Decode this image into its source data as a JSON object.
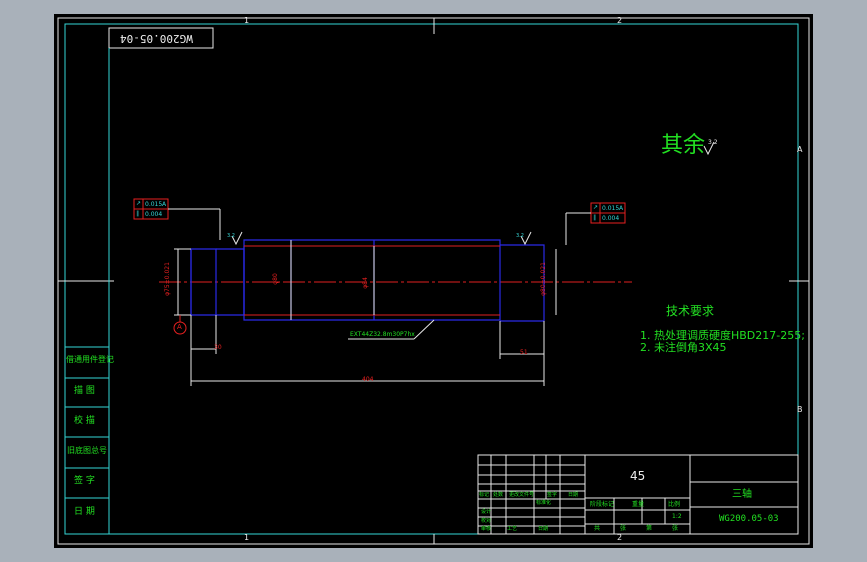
{
  "drawing_number_top": "WG200.05-04",
  "zone_numbers": {
    "top_1": "1",
    "top_2": "2",
    "bottom_1": "1",
    "bottom_2": "2"
  },
  "zone_letters": {
    "a": "A",
    "b": "B"
  },
  "surface_finish_note": "其余",
  "surface_finish_symbol_value": "3.2",
  "tech_requirements": {
    "title": "技术要求",
    "items": [
      "1. 热处理调质硬度HBD217-255;",
      "2. 未注倒角3X45"
    ]
  },
  "gdt_left": [
    {
      "symbol": "↗",
      "value": "0.015",
      "datum": "A"
    },
    {
      "symbol": "∥",
      "value": "0.004",
      "datum": ""
    }
  ],
  "gdt_right": [
    {
      "symbol": "↗",
      "value": "0.015",
      "datum": "A"
    },
    {
      "symbol": "∥",
      "value": "0.004",
      "datum": ""
    }
  ],
  "datum_label": "A",
  "dimensions": {
    "left_shoulder": "30",
    "right_shoulder": "51",
    "overall": "404",
    "dia_left": "φ75±0.021",
    "dia_mid": "φ80",
    "dia_center": "φ84",
    "dia_right": "φ80±0.021",
    "spline_note": "EXT44Z32.8m30P7hx",
    "roughness_mid": "3.2",
    "roughness_right": "3.2"
  },
  "left_block": {
    "rows": [
      "借通用件登记",
      "描  图",
      "校  描",
      "旧底图总号",
      "签  字",
      "日  期"
    ]
  },
  "title_block": {
    "material": "45",
    "part_name": "三轴",
    "drawing_number": "WG200.05-03",
    "stage_labels": [
      "阶段标记",
      "重量",
      "比例"
    ],
    "scale": "1:2",
    "sheet_labels": [
      "共",
      "张",
      "第",
      "张"
    ],
    "rev_headers": [
      "标记",
      "处数",
      "更改文件号",
      "签字",
      "日期"
    ],
    "role_labels": [
      "设计",
      "标准化",
      "校对",
      "审核",
      "工艺",
      "日期"
    ]
  }
}
